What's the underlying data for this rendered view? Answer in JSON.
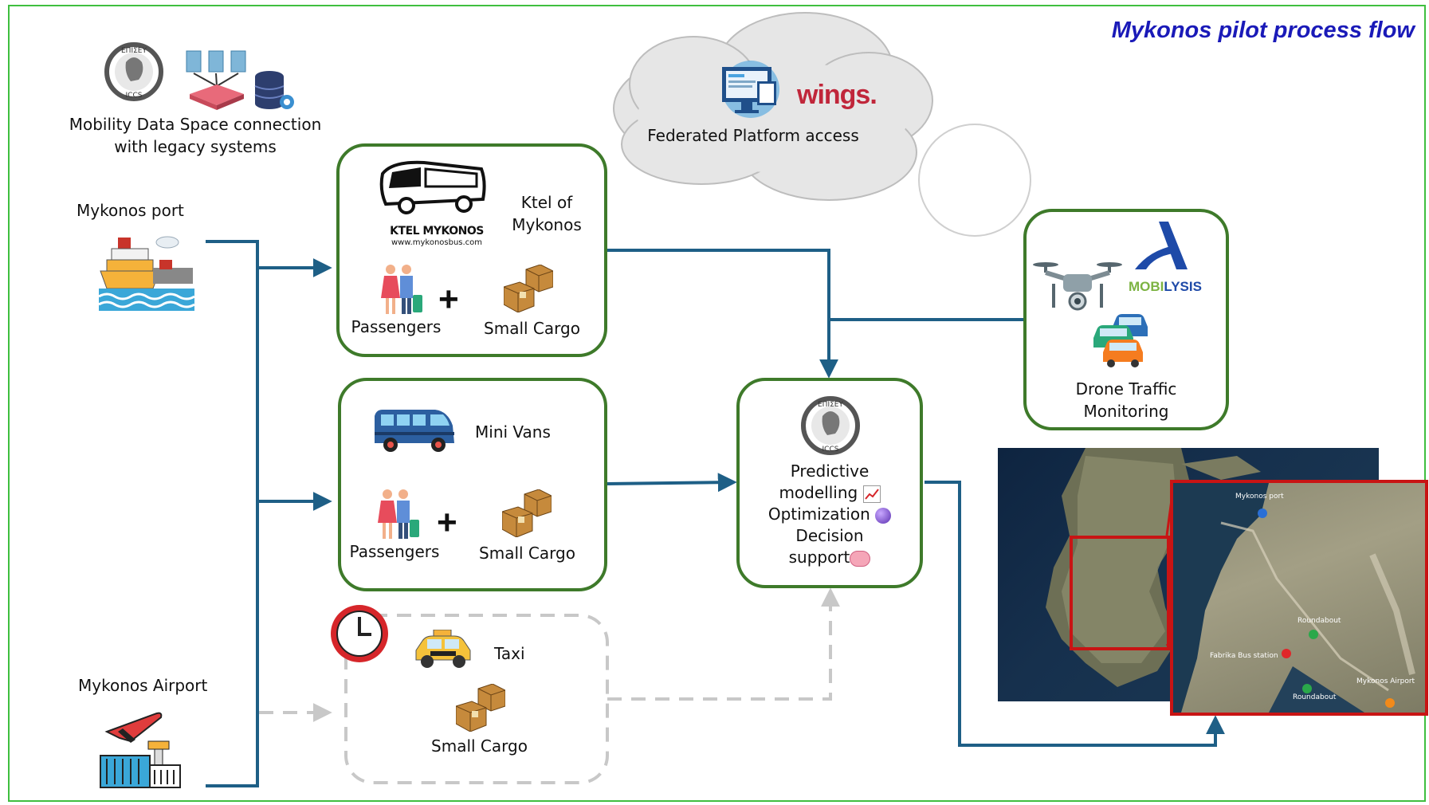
{
  "title": "Mykonos pilot process flow",
  "colors": {
    "frame": "#3fbf3f",
    "title": "#1a1ab8",
    "box_border": "#3e7a2a",
    "arrow": "#1e5f86",
    "dashed": "#c8c8c8",
    "map_frame": "#c81414"
  },
  "mds": {
    "label_line1": "Mobility Data Space connection",
    "label_line2": "with legacy systems"
  },
  "cloud": {
    "label": "Federated Platform access",
    "brand": "wings."
  },
  "port": {
    "label": "Mykonos port"
  },
  "airport": {
    "label": "Mykonos Airport"
  },
  "ktel": {
    "name_line1": "Ktel of",
    "name_line2": "Mykonos",
    "logo_text": "KTEL MYKONOS",
    "logo_url": "www.mykonosbus.com",
    "passengers": "Passengers",
    "cargo": "Small Cargo"
  },
  "vans": {
    "name": "Mini Vans",
    "passengers": "Passengers",
    "cargo": "Small Cargo"
  },
  "taxi": {
    "name": "Taxi",
    "cargo": "Small Cargo"
  },
  "predictive": {
    "line1": "Predictive",
    "line2": "modelling",
    "line3": "Optimization",
    "line4": "Decision",
    "line5": "support"
  },
  "drone": {
    "brand_mo": "MOBI",
    "brand_lysis": "LYSIS",
    "line1": "Drone Traffic",
    "line2": "Monitoring"
  },
  "map": {
    "labels": [
      "Mykonos port",
      "Roundabout",
      "Fabrika Bus station",
      "Roundabout",
      "Mykonos Airport"
    ]
  }
}
